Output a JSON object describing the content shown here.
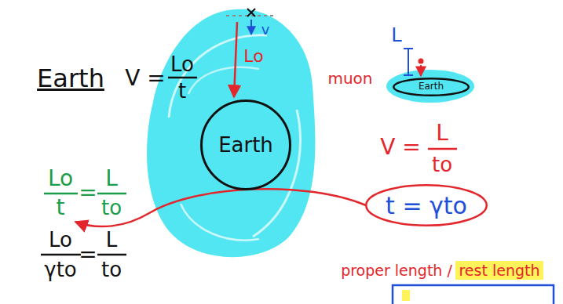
{
  "diagram": {
    "nodes": [
      {
        "text": [
          "Earth"
        ]
      },
      {
        "text": [
          "Earth"
        ]
      },
      {
        "text": [
          "t = γto"
        ]
      },
      {
        "text": [
          "rest length"
        ]
      }
    ],
    "labels": [
      "Earth",
      "V =",
      "Lo",
      "t",
      "v",
      "Lo",
      "muon",
      "L",
      "V =",
      "L",
      "to",
      "Lo",
      "t",
      "=",
      "L",
      "to",
      "Lo",
      "γto",
      "=",
      "L",
      "to",
      "proper length /"
    ]
  }
}
